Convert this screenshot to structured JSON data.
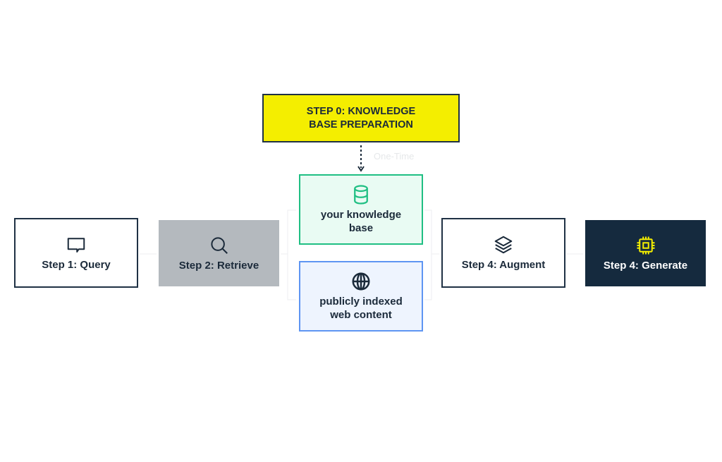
{
  "diagram": {
    "step0": {
      "label_line1": "STEP 0: KNOWLEDGE",
      "label_line2": "BASE PREPARATION"
    },
    "connector_label": "One-Time",
    "sources": [
      {
        "label_line1": "your knowledge",
        "label_line2": "base",
        "icon": "database-icon"
      },
      {
        "label_line1": "publicly indexed",
        "label_line2": "web content",
        "icon": "globe-icon"
      }
    ],
    "steps": [
      {
        "label": "Step 1: Query",
        "icon": "chat-bubble-icon"
      },
      {
        "label": "Step 2: Retrieve",
        "icon": "search-icon"
      },
      {
        "label": "Step 4: Augment",
        "icon": "layers-icon"
      },
      {
        "label": "Step 4: Generate",
        "icon": "chip-icon"
      }
    ],
    "colors": {
      "step0_fill": "#f4ee00",
      "border_dark": "#1f3144",
      "kb_border": "#1fbf83",
      "kb_fill": "#e9fbf3",
      "web_border": "#5e95f2",
      "web_fill": "#eef4fe",
      "retrieve_fill": "#b4b9be",
      "generate_fill": "#152a3e",
      "chip_icon": "#f4ee00"
    }
  }
}
